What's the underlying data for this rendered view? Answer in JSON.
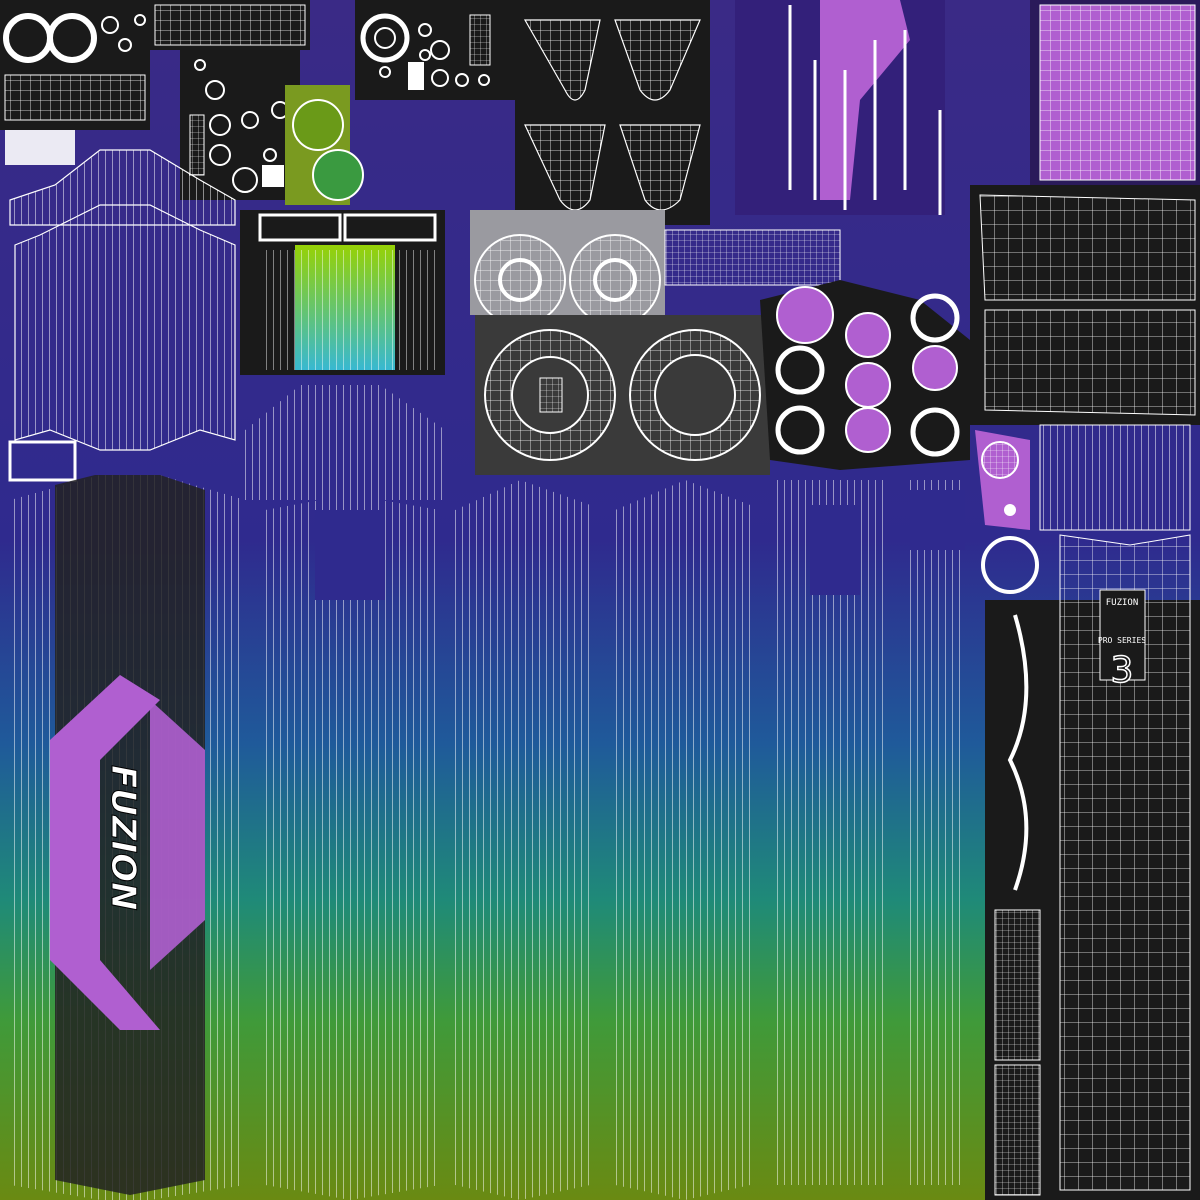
{
  "texture": {
    "brand_text": "FUZION",
    "series_logo_top": "FUZION",
    "series_text": "PRO SERIES",
    "series_number": "3"
  },
  "colors": {
    "gradient_top": "#3a2a86",
    "gradient_upper": "#2f2a8e",
    "gradient_mid": "#1f5a9a",
    "gradient_lower": "#1f8a78",
    "gradient_green": "#3f9a3a",
    "gradient_bottom": "#6a8a12",
    "accent_purple": "#b05fd0",
    "wire": "#ffffff",
    "dark_panel": "#1a1a1a",
    "grey_panel": "#3a3a3a"
  },
  "icons": {
    "uv_wire": "uv-wireframe-grid",
    "wheel": "wheel-uv-ring"
  }
}
